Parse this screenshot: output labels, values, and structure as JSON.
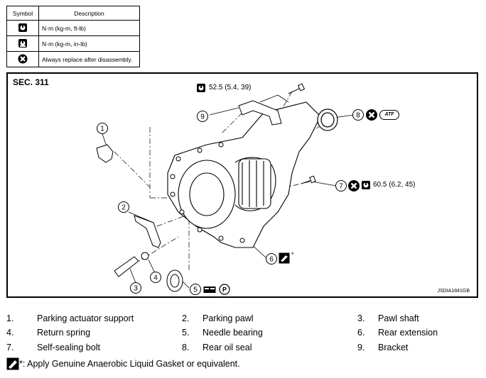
{
  "table": {
    "header_symbol": "Symbol",
    "header_description": "Description",
    "rows": [
      {
        "icon": "torque-wrench-icon",
        "description": "N·m (kg-m, ft-lb)"
      },
      {
        "icon": "torque-wrench-small-icon",
        "description": "N·m (kg-m, in-lb)"
      },
      {
        "icon": "always-replace-icon",
        "description": "Always replace after disassembly."
      }
    ]
  },
  "figure": {
    "section": "SEC. 311",
    "torque_9": "52.5 (5.4, 39)",
    "torque_7": "60.5 (6.2, 45)",
    "atf_label": "ATF",
    "p_label": "P",
    "figure_code": "JSDIA1841GB",
    "asterisk": "*",
    "callouts": [
      "1",
      "2",
      "3",
      "4",
      "5",
      "6",
      "7",
      "8",
      "9"
    ]
  },
  "legend": [
    {
      "num": "1.",
      "label": "Parking actuator support"
    },
    {
      "num": "2.",
      "label": "Parking pawl"
    },
    {
      "num": "3.",
      "label": "Pawl shaft"
    },
    {
      "num": "4.",
      "label": "Return spring"
    },
    {
      "num": "5.",
      "label": "Needle bearing"
    },
    {
      "num": "6.",
      "label": "Rear extension"
    },
    {
      "num": "7.",
      "label": "Self-sealing bolt"
    },
    {
      "num": "8.",
      "label": "Rear oil seal"
    },
    {
      "num": "9.",
      "label": "Bracket"
    }
  ],
  "note": "*: Apply Genuine Anaerobic Liquid Gasket or equivalent."
}
